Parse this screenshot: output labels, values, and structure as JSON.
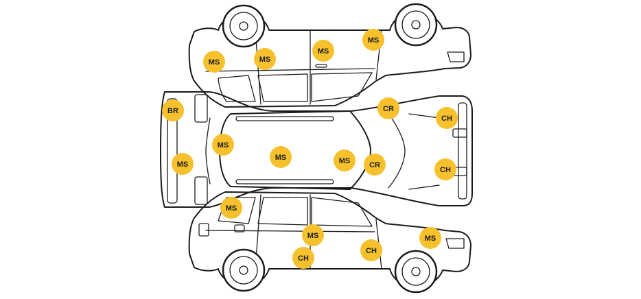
{
  "colors": {
    "marker_fill": "#f6c12d",
    "outline": "#1a1a1a",
    "background": "#ffffff"
  },
  "diagram": {
    "views": [
      "side-upside-down",
      "top",
      "side-upright"
    ],
    "markers": [
      {
        "code": "MS",
        "view": "side-upside-down"
      },
      {
        "code": "MS",
        "view": "side-upside-down"
      },
      {
        "code": "MS",
        "view": "side-upside-down"
      },
      {
        "code": "MS",
        "view": "side-upside-down"
      },
      {
        "code": "BR",
        "view": "top"
      },
      {
        "code": "MS",
        "view": "top"
      },
      {
        "code": "MS",
        "view": "top"
      },
      {
        "code": "MS",
        "view": "top"
      },
      {
        "code": "MS",
        "view": "top"
      },
      {
        "code": "CR",
        "view": "top"
      },
      {
        "code": "CR",
        "view": "top"
      },
      {
        "code": "CH",
        "view": "top"
      },
      {
        "code": "CH",
        "view": "top"
      },
      {
        "code": "MS",
        "view": "side-upright"
      },
      {
        "code": "MS",
        "view": "side-upright"
      },
      {
        "code": "CH",
        "view": "side-upright"
      },
      {
        "code": "CH",
        "view": "side-upright"
      },
      {
        "code": "MS",
        "view": "side-upright"
      }
    ]
  }
}
